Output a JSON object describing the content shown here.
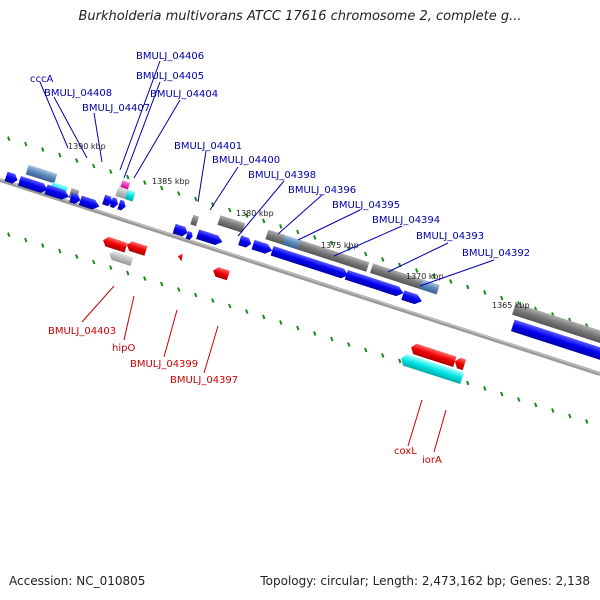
{
  "title": "Burkholderia multivorans ATCC 17616 chromosome 2, complete g...",
  "footer": {
    "accession": "Accession: NC_010805",
    "summary": "Topology: circular; Length: 2,473,162 bp; Genes: 2,138"
  },
  "colors": {
    "forward_cds": "#0000ee",
    "reverse_cds": "#ee0000",
    "cyan_gene": "#00e5e5",
    "gray_gene": "#777777",
    "backbone": "#8a8a8a",
    "tick_green": "#1a8a1a",
    "label_forward": "#0000aa",
    "label_reverse": "#cc0000"
  },
  "scale_labels": [
    "1390 kbp",
    "1385 kbp",
    "1380 kbp",
    "1375 kbp",
    "1370 kbp",
    "1365 kbp"
  ],
  "forward_labels": [
    "cccA",
    "BMULJ_04408",
    "BMULJ_04407",
    "BMULJ_04406",
    "BMULJ_04405",
    "BMULJ_04404",
    "BMULJ_04401",
    "BMULJ_04400",
    "BMULJ_04398",
    "BMULJ_04396",
    "BMULJ_04395",
    "BMULJ_04394",
    "BMULJ_04393",
    "BMULJ_04392"
  ],
  "reverse_labels": [
    "BMULJ_04403",
    "hipO",
    "BMULJ_04399",
    "BMULJ_04397",
    "coxL",
    "iorA"
  ]
}
